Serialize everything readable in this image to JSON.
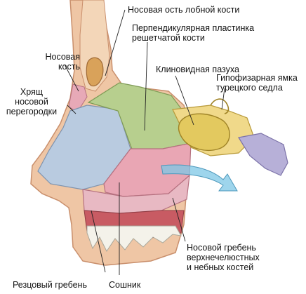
{
  "labels": {
    "frontal_spine": "Носовая ость лобной кости",
    "perpendicular_plate": [
      "Перпендикулярная пластинка",
      "решетчатой кости"
    ],
    "nasal_bone": [
      "Носовая",
      "кость"
    ],
    "septal_cartilage": [
      "Хрящ",
      "носовой",
      "перегородки"
    ],
    "sphenoid_sinus": "Клиновидная пазуха",
    "hypophyseal_fossa": [
      "Гипофизарная ямка",
      "турецкого седла"
    ],
    "nasal_crest": [
      "Носовой гребень",
      "верхнечелюстных",
      "и небных костей"
    ],
    "incisive_crest": "Резцовый гребень",
    "vomer": "Сошник"
  },
  "colors": {
    "skin": "#efc6a5",
    "skin_outline": "#c98f6c",
    "cartilage": "#b9cbe0",
    "ethmoid_plate": "#b7cf8e",
    "vomer": "#e9a6b4",
    "sphenoid_bone": "#f0d98a",
    "bone_body": "#e3c95f",
    "clivus": "#b7b0d8",
    "nasal_bone": "#e7a9b7",
    "muscle": "#c85b63",
    "arrow": "#7ec7e6",
    "leader": "#222222"
  }
}
